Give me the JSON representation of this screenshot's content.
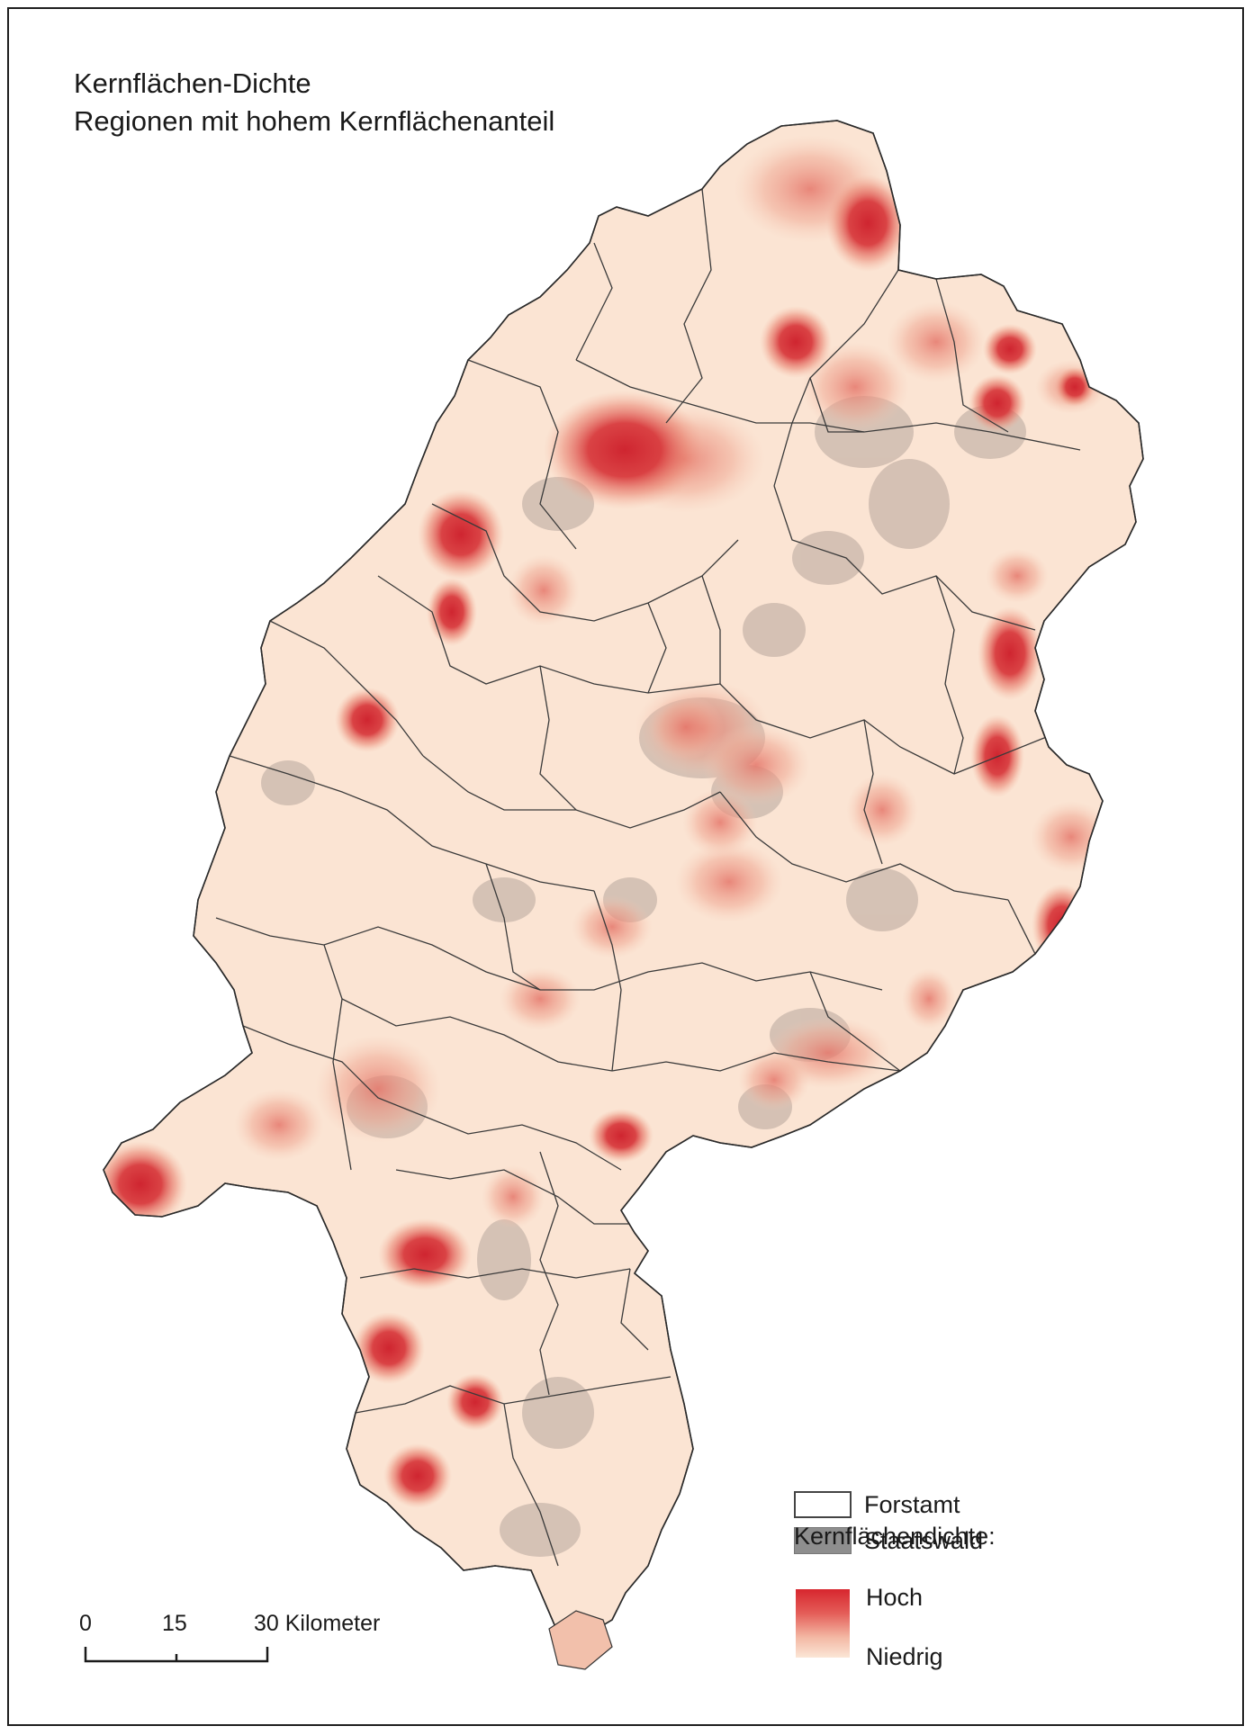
{
  "title": {
    "line1": "Kernflächen-Dichte",
    "line2": "Regionen mit hohem Kernflächenanteil"
  },
  "legend": {
    "forstamt": "Forstamt",
    "staatswald": "Staatswald",
    "density_title": "Kernflächendichte:",
    "high": "Hoch",
    "low": "Niedrig"
  },
  "scale": {
    "tick0": "0",
    "tick1": "15",
    "tick2": "30 Kilometer"
  },
  "colors": {
    "land": "#fbe4d3",
    "hotspot": "#d42a33",
    "staatswald": "#8e8e8e",
    "boundary": "#3a3a3a"
  }
}
